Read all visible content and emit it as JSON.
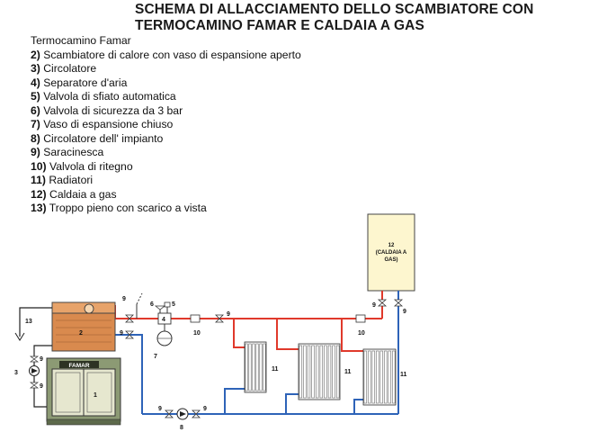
{
  "title": {
    "line1": "SCHEMA DI ALLACCIAMENTO DELLO SCAMBIATORE CON",
    "line2": "TERMOCAMINO FAMAR E CALDAIA A GAS"
  },
  "legend": {
    "first": "Termocamino Famar",
    "items": [
      {
        "num": "2)",
        "text": "Scambiatore di calore con vaso di espansione aperto"
      },
      {
        "num": "3)",
        "text": "Circolatore"
      },
      {
        "num": "4)",
        "text": "Separatore d'aria"
      },
      {
        "num": "5)",
        "text": "Valvola di sfiato automatica"
      },
      {
        "num": "6)",
        "text": "Valvola di sicurezza da 3 bar"
      },
      {
        "num": "7)",
        "text": "Vaso di espansione chiuso"
      },
      {
        "num": "8)",
        "text": "Circolatore dell' impianto"
      },
      {
        "num": "9)",
        "text": "Saracinesca"
      },
      {
        "num": "10)",
        "text": "Valvola di ritegno"
      },
      {
        "num": "11)",
        "text": "Radiatori"
      },
      {
        "num": "12)",
        "text": "Caldaia a gas"
      },
      {
        "num": "13)",
        "text": "Troppo pieno con scarico a vista"
      }
    ]
  },
  "diagram": {
    "boiler_label_line1": "12",
    "boiler_label_line2": "(CALDAIA A",
    "boiler_label_line3": "GAS)",
    "fireplace_brand": "FAMAR",
    "labels": {
      "n1": "1",
      "n2": "2",
      "n3": "3",
      "n4": "4",
      "n5": "5",
      "n6": "6",
      "n7": "7",
      "n8": "8",
      "n9": "9",
      "n10": "10",
      "n11": "11",
      "n13": "13"
    },
    "colors": {
      "hot_pipe": "#e0392b",
      "cold_pipe": "#2e63b8",
      "exchanger": "#d98a4e",
      "boiler": "#fdf6cf",
      "fireplace": "#8c9a74",
      "black_pipe": "#222222"
    }
  }
}
